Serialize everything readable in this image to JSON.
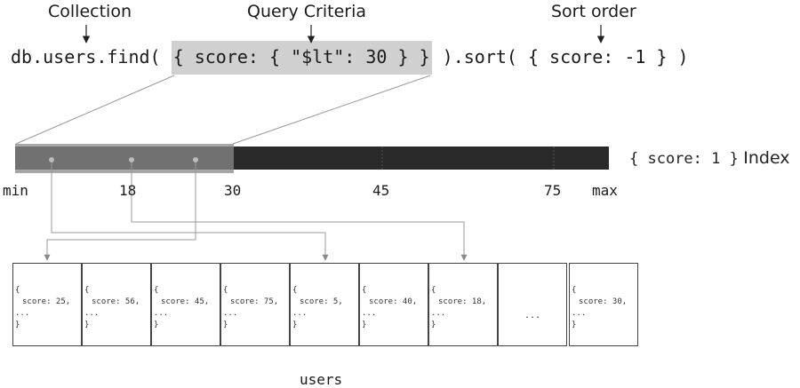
{
  "labels": {
    "collection": "Collection",
    "query_criteria": "Query Criteria",
    "sort_order": "Sort order"
  },
  "query": {
    "prefix": "db.users.find( ",
    "criteria": "{ score: { \"$lt\": 30 } }",
    "suffix": " ).sort( { score: -1 } )"
  },
  "index": {
    "spec": "{ score: 1 }",
    "word": "Index",
    "ticks": [
      "min",
      "18",
      "30",
      "45",
      "75",
      "max"
    ]
  },
  "documents": [
    {
      "open": "{",
      "field": "score: 25,",
      "more": "...",
      "close": "}"
    },
    {
      "open": "{",
      "field": "score: 56,",
      "more": "...",
      "close": "}"
    },
    {
      "open": "{",
      "field": "score: 45,",
      "more": "...",
      "close": "}"
    },
    {
      "open": "{",
      "field": "score: 75,",
      "more": "...",
      "close": "}"
    },
    {
      "open": "{",
      "field": "score: 5,",
      "more": "...",
      "close": "}"
    },
    {
      "open": "{",
      "field": "score: 40,",
      "more": "...",
      "close": "}"
    },
    {
      "open": "{",
      "field": "score: 18,",
      "more": "...",
      "close": "}"
    },
    {
      "ellipsis": "..."
    },
    {
      "open": "{",
      "field": "score: 30,",
      "more": "...",
      "close": "}"
    }
  ],
  "collection_name": "users",
  "colors": {
    "index_bar": "#2a2a2a",
    "highlight": "#8a8a8a",
    "criteria_bg": "#d0d0d0",
    "connector": "#9a9a9a"
  }
}
